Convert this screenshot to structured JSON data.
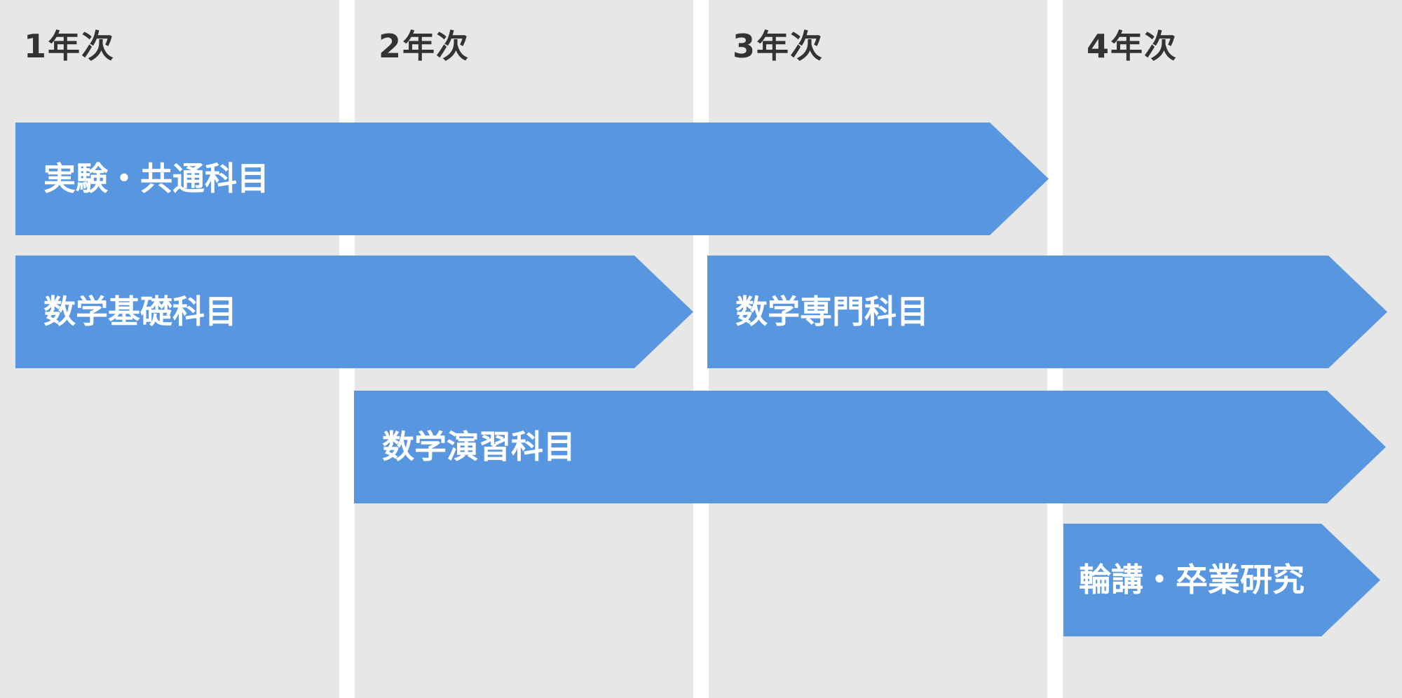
{
  "columns": [
    {
      "label": "1年次"
    },
    {
      "label": "2年次"
    },
    {
      "label": "3年次"
    },
    {
      "label": "4年次"
    }
  ],
  "arrows": {
    "experiment": {
      "label": "実験・共通科目"
    },
    "math_basic": {
      "label": "数学基礎科目"
    },
    "math_special": {
      "label": "数学専門科目"
    },
    "math_exercise": {
      "label": "数学演習科目"
    },
    "seminar": {
      "label": "輪講・卒業研究"
    }
  },
  "colors": {
    "column_bg": "#e7e7e7",
    "arrow": "#5897e0",
    "column_text": "#333333",
    "arrow_text": "#ffffff"
  }
}
